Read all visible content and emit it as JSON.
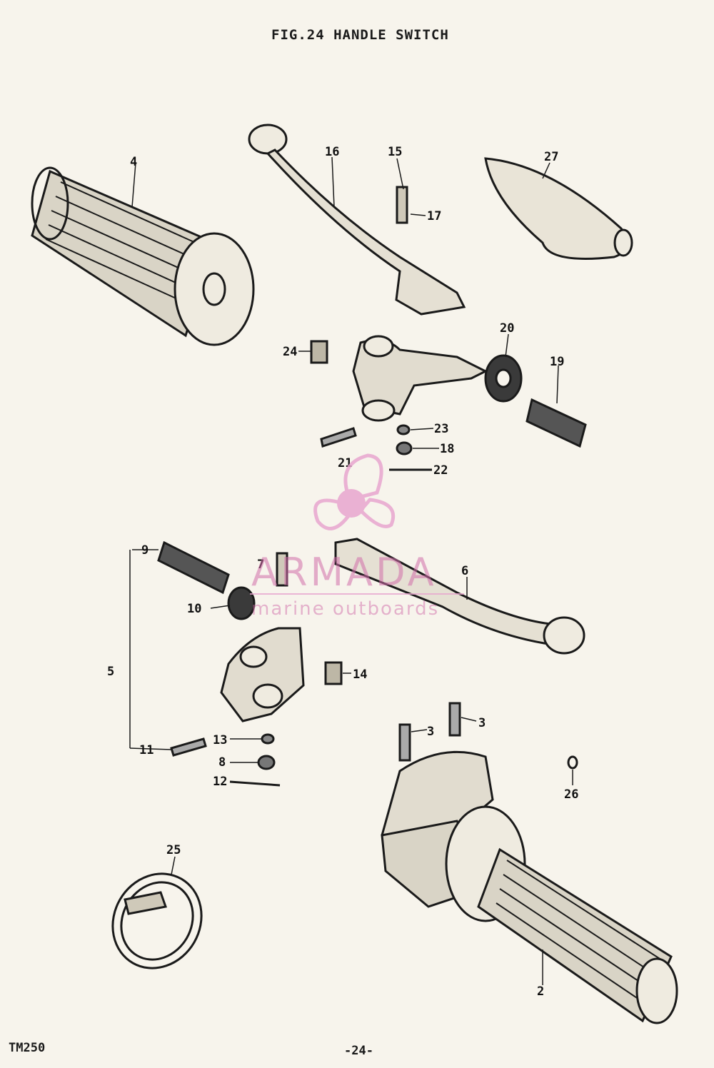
{
  "diagram": {
    "title": "FIG.24 HANDLE SWITCH",
    "model": "TM250",
    "page_number": "-24-"
  },
  "watermark": {
    "brand": "ARMADA",
    "tagline": "marine outboards",
    "color": "#e8a6cf"
  },
  "part_labels": [
    "4",
    "16",
    "15",
    "17",
    "27",
    "24",
    "20",
    "19",
    "23",
    "18",
    "21",
    "22",
    "9",
    "7",
    "6",
    "10",
    "5",
    "14",
    "3",
    "13",
    "11",
    "8",
    "12",
    "26",
    "25",
    "2"
  ],
  "colors": {
    "paper": "#f7f4ec",
    "ink": "#1a1a1a"
  }
}
